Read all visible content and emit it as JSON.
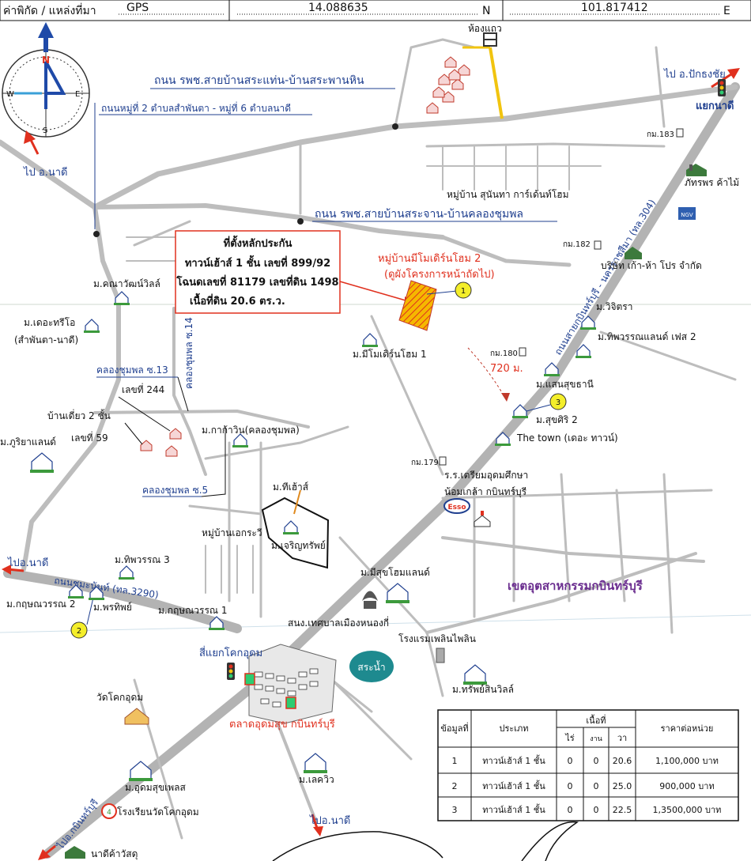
{
  "header": {
    "label": "ค่าพิกัด / แหล่งที่มา",
    "source": "GPS",
    "lat": "14.088635",
    "lat_unit": "N",
    "lon": "101.817412",
    "lon_unit": "E"
  },
  "compass": {
    "n": "N",
    "s": "S",
    "e": "E",
    "w": "W"
  },
  "roads": {
    "road1": "ถนน รพช.สายบ้านสระแท่น-บ้านสระพานหิน",
    "road2": "ถนนหมู่ที่ 2 ตำบลสำพันตา - หมู่ที่ 6 ตำบลนาดี",
    "road3": "ถนน รพช.สายบ้านสระจาน-บ้านคลองชุมพล",
    "highway": "ถนนสายกบินทร์บุรี - นครราชสีมา (ทล.304)",
    "road_3290": "ถนนชมะนันท์ (ทล.3290)",
    "klong_14": "คลองชุมพล ซ.14",
    "klong_13": "คลองชุมพล ซ.13",
    "klong_5": "คลองชุมพล ซ.5"
  },
  "directions": {
    "to_nadee_top": "ไป อ.นาดี",
    "to_pakthongchai": "ไป อ.ปักธงชัย",
    "junction_nadee": "แยกนาดี",
    "to_nadee_left": "ไปอ.นาดี",
    "to_kabinburi": "ไปอ.กบินทร์บุรี",
    "to_nadee_bottom": "ไปอ.นาดี"
  },
  "callout": {
    "title": "ที่ตั้งหลักประกัน",
    "line1": "ทาวน์เฮ้าส์ 1 ชั้น เลขที่ 899/92",
    "line2": "โฉนดเลขที่ 81179 เลขที่ดิน 1498",
    "line3": "เนื้อที่ดิน 20.6 ตร.ว."
  },
  "project": {
    "name": "หมู่บ้านมีโมเดิร์นโฮม 2",
    "note": "(ดูผังโครงการหน้าถัดไป)",
    "distance": "720 ม."
  },
  "places": {
    "toilet": "ห้องแถว",
    "sunantha": "หมู่บ้าน สุนันทา การ์เด้นท์โฮม",
    "km183": "กม.183",
    "km182": "กม.182",
    "km180": "กม.180",
    "km179": "กม.179",
    "phatthraphon": "ภัทรพร ค้าไม้",
    "company": "บริษัท เก้า-ห้า โปร จำกัด",
    "khanawan": "ม.คณาวัฒน์วิลล์",
    "theatrio": "ม.เดอะทรีโอ",
    "theatrio_sub": "(สำพันตา-นาดี)",
    "wichitra": "ม.วิจิตรา",
    "thipwan2": "ม.ทิพวรรณแลนด์ เฟส 2",
    "modern1": "ม.มีโมเดิร์นโฮม 1",
    "saensuk": "ม.แสนสุขธานี",
    "suksiri": "ม.สุขศิริ 2",
    "thetown": "The town (เดอะ ทาวน์)",
    "no244": "เลขที่ 244",
    "single_house": "บ้านเดี่ยว 2 ชั้น",
    "no59": "เลขที่ 59",
    "phuriya": "ม.ภูริยาแลนด์",
    "kakaew": "ม.กาก้าวิน(คลองชุมพล)",
    "school": "ร.ร.เตรียมอุดมศึกษา",
    "school2": "น้อมเกล้า กบินทร์บุรี",
    "esso": "Esso",
    "thihouse": "ม.ทีเฮ้าส์",
    "ekkrawi": "หมู่บ้านเอกระวี",
    "charoensap": "ม.เจริญทรัพย์",
    "thipwan3": "ม.ทิพวรรณ 3",
    "kritsana2": "ม.กฤษณวรรณ 2",
    "pornsap": "ม.พรทิพย์",
    "kritsana1": "ม.กฤษณวรรณ 1",
    "misuk": "ม.มีสุขโฮมแลนด์",
    "municipality": "สนง.เทศบาลเมืองหนองกี่",
    "industrial": "เขตอุตสาหกรรมกบินทร์บุรี",
    "kok_udom_junction": "สี่แยกโคกอุดม",
    "hotel": "โรงแรมเพลินไพลิน",
    "pond": "สระน้ำ",
    "sapsin": "ม.ทรัพย์สินวิลล์",
    "wat": "วัดโคกอุดม",
    "market": "ตลาดอุดมสุข กบินทร์บุรี",
    "udomsuk": "ม.อุดมสุขเพลส",
    "lakeview": "ม.เลควิว",
    "watschool": "โรงเรียนวัดโคกอุดม",
    "nadee_store": "นาดีค้าวัสดุ"
  },
  "markers": [
    "1",
    "2",
    "3"
  ],
  "price_table": {
    "headers": {
      "no": "ข้อมูลที่",
      "type": "ประเภท",
      "area": "เนื้อที่",
      "rai": "ไร่",
      "ngan": "งาน",
      "wa": "วา",
      "price": "ราคาต่อหน่วย"
    },
    "rows": [
      {
        "no": "1",
        "type": "ทาวน์เฮ้าส์ 1 ชั้น",
        "rai": "0",
        "ngan": "0",
        "wa": "20.6",
        "price": "1,100,000 บาท"
      },
      {
        "no": "2",
        "type": "ทาวน์เฮ้าส์ 1 ชั้น",
        "rai": "0",
        "ngan": "0",
        "wa": "25.0",
        "price": "900,000 บาท"
      },
      {
        "no": "3",
        "type": "ทาวน์เฮ้าส์ 1 ชั้น",
        "rai": "0",
        "ngan": "0",
        "wa": "22.5",
        "price": "1,3500,000 บาท"
      }
    ]
  },
  "colors": {
    "road": "#b3b3b3",
    "label_blue": "#1f3f8f",
    "callout_red": "#e0301e",
    "site_fill": "#f5b800",
    "marker_yellow": "#f4ee2a",
    "pond": "#1e8a8f",
    "industrial_purple": "#6a2d8f",
    "arrow_red": "#e0301e",
    "compass_blue": "#1f4aa8"
  }
}
